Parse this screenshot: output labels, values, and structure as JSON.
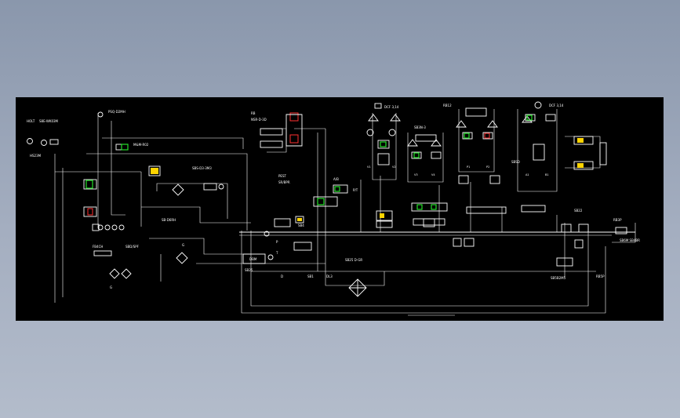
{
  "window": {
    "background_top": "#8a97ac",
    "background_bottom": "#b3bccb",
    "canvas_color": "#000000"
  },
  "drawing": {
    "colors": {
      "line": "#ffffff",
      "green": "#25e02a",
      "red": "#ff3030",
      "yellow": "#ffd400",
      "cyan": "#22eeee"
    },
    "labels": {
      "top_left_1": "HOLT",
      "top_left_2": "S8E-WK03M",
      "left_tank": "HS23M",
      "pump_label": "PSQ-D2MH",
      "motor_label": "M&M-R02",
      "relief_1": "RB",
      "relief_2": "NSR-D-3D",
      "cooler": "SB-D6RH",
      "tank_lbl": "SBS-D3-3M3",
      "upper_mid_1": "PEST",
      "upper_mid_2": "SR/BPR",
      "valve_a": "A/B",
      "valve_b": "P/T",
      "center_block": "SB4",
      "bottom_center": "SB25 D-GR",
      "filter_left": "FB4CH",
      "filter_right": "SBD/SPF",
      "cyl_1": "DCF 3,14",
      "cyl_2": "SB3N-3",
      "cyl_3": "RB12",
      "cyl_4": "DCF 3,14",
      "right_block": "SBSD",
      "right_valve": "SB22",
      "far_right_1": "RB3P",
      "far_right_2": "SB6M SB4BR",
      "far_right_3": "RB5P",
      "gauge_left": "G",
      "gauge_right": "G",
      "pressure_1": "P",
      "pressure_2": "T",
      "bottom_left": "DBM",
      "bottom_left_2": "SB25",
      "bottom_mid_1": "D",
      "bottom_mid_2": "DL3",
      "bottom_mid_3": "SB1",
      "bottom_right": "SB5B2M5",
      "mid_label_1": "V1",
      "mid_label_2": "V2",
      "mid_label_3": "V3",
      "mid_label_4": "V4",
      "mid_label_5": "P1",
      "mid_label_6": "P2",
      "mid_label_7": "A1",
      "mid_label_8": "B1"
    }
  }
}
